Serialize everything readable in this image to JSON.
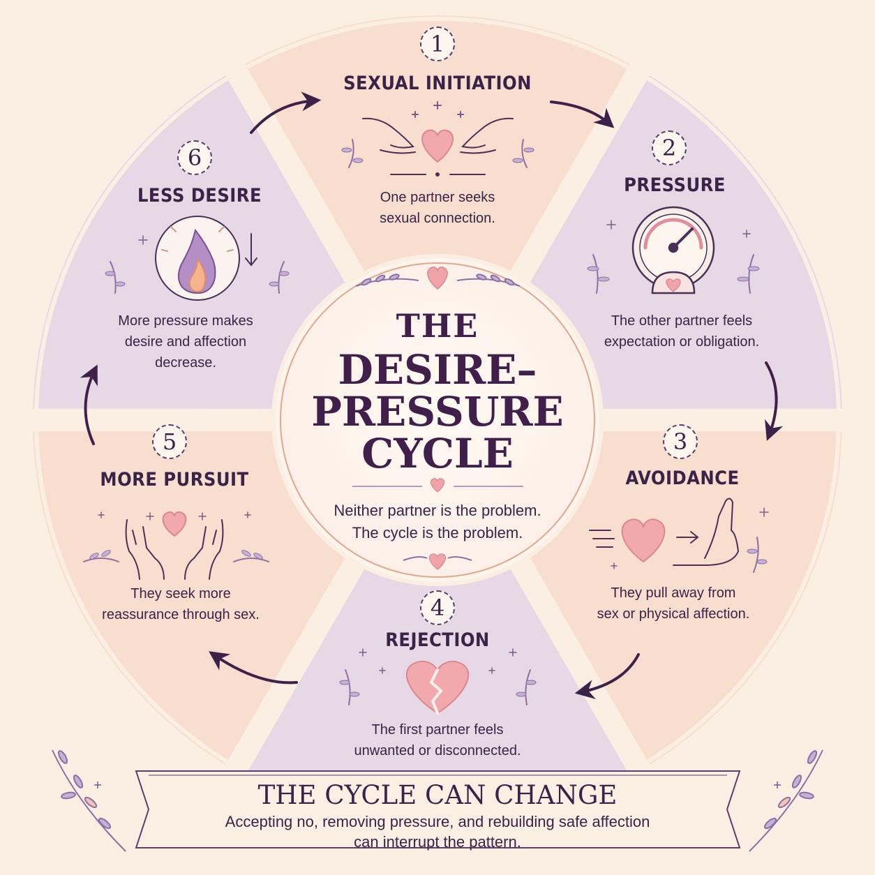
{
  "center": {
    "title_line1": "THE",
    "title_line2": "DESIRE–",
    "title_line3": "PRESSURE",
    "title_line4": "CYCLE",
    "note_line1": "Neither partner is the problem.",
    "note_line2": "The cycle is the problem."
  },
  "stages": [
    {
      "number": "1",
      "title": "SEXUAL INITIATION",
      "desc_line1": "One partner seeks",
      "desc_line2": "sexual connection.",
      "icon": "reaching-hands-heart-icon"
    },
    {
      "number": "2",
      "title": "PRESSURE",
      "desc_line1": "The other partner feels",
      "desc_line2": "expectation or obligation.",
      "icon": "pressure-gauge-icon"
    },
    {
      "number": "3",
      "title": "AVOIDANCE",
      "desc_line1": "They pull away from",
      "desc_line2": "sex or physical affection.",
      "icon": "heart-stop-hand-icon"
    },
    {
      "number": "4",
      "title": "REJECTION",
      "desc_line1": "The first partner feels",
      "desc_line2": "unwanted or disconnected.",
      "icon": "broken-heart-icon"
    },
    {
      "number": "5",
      "title": "MORE PURSUIT",
      "desc_line1": "They seek more",
      "desc_line2": "reassurance through sex.",
      "icon": "open-hands-heart-icon"
    },
    {
      "number": "6",
      "title": "LESS DESIRE",
      "desc_line1": "More pressure makes",
      "desc_line2": "desire and affection",
      "desc_line3": "decrease.",
      "icon": "fading-flame-icon"
    }
  ],
  "banner": {
    "title": "THE CYCLE CAN CHANGE",
    "text_line1": "Accepting no, removing pressure, and rebuilding safe affection",
    "text_line2": "can interrupt the pattern."
  },
  "colors": {
    "background": "#fbefe4",
    "peach_segment": "#f8dccc",
    "lavender_segment": "#e6d6e6",
    "text": "#3b2247",
    "heart": "#f0a3a8",
    "arrow": "#3e2148",
    "leaf": "#8c6fa3"
  }
}
